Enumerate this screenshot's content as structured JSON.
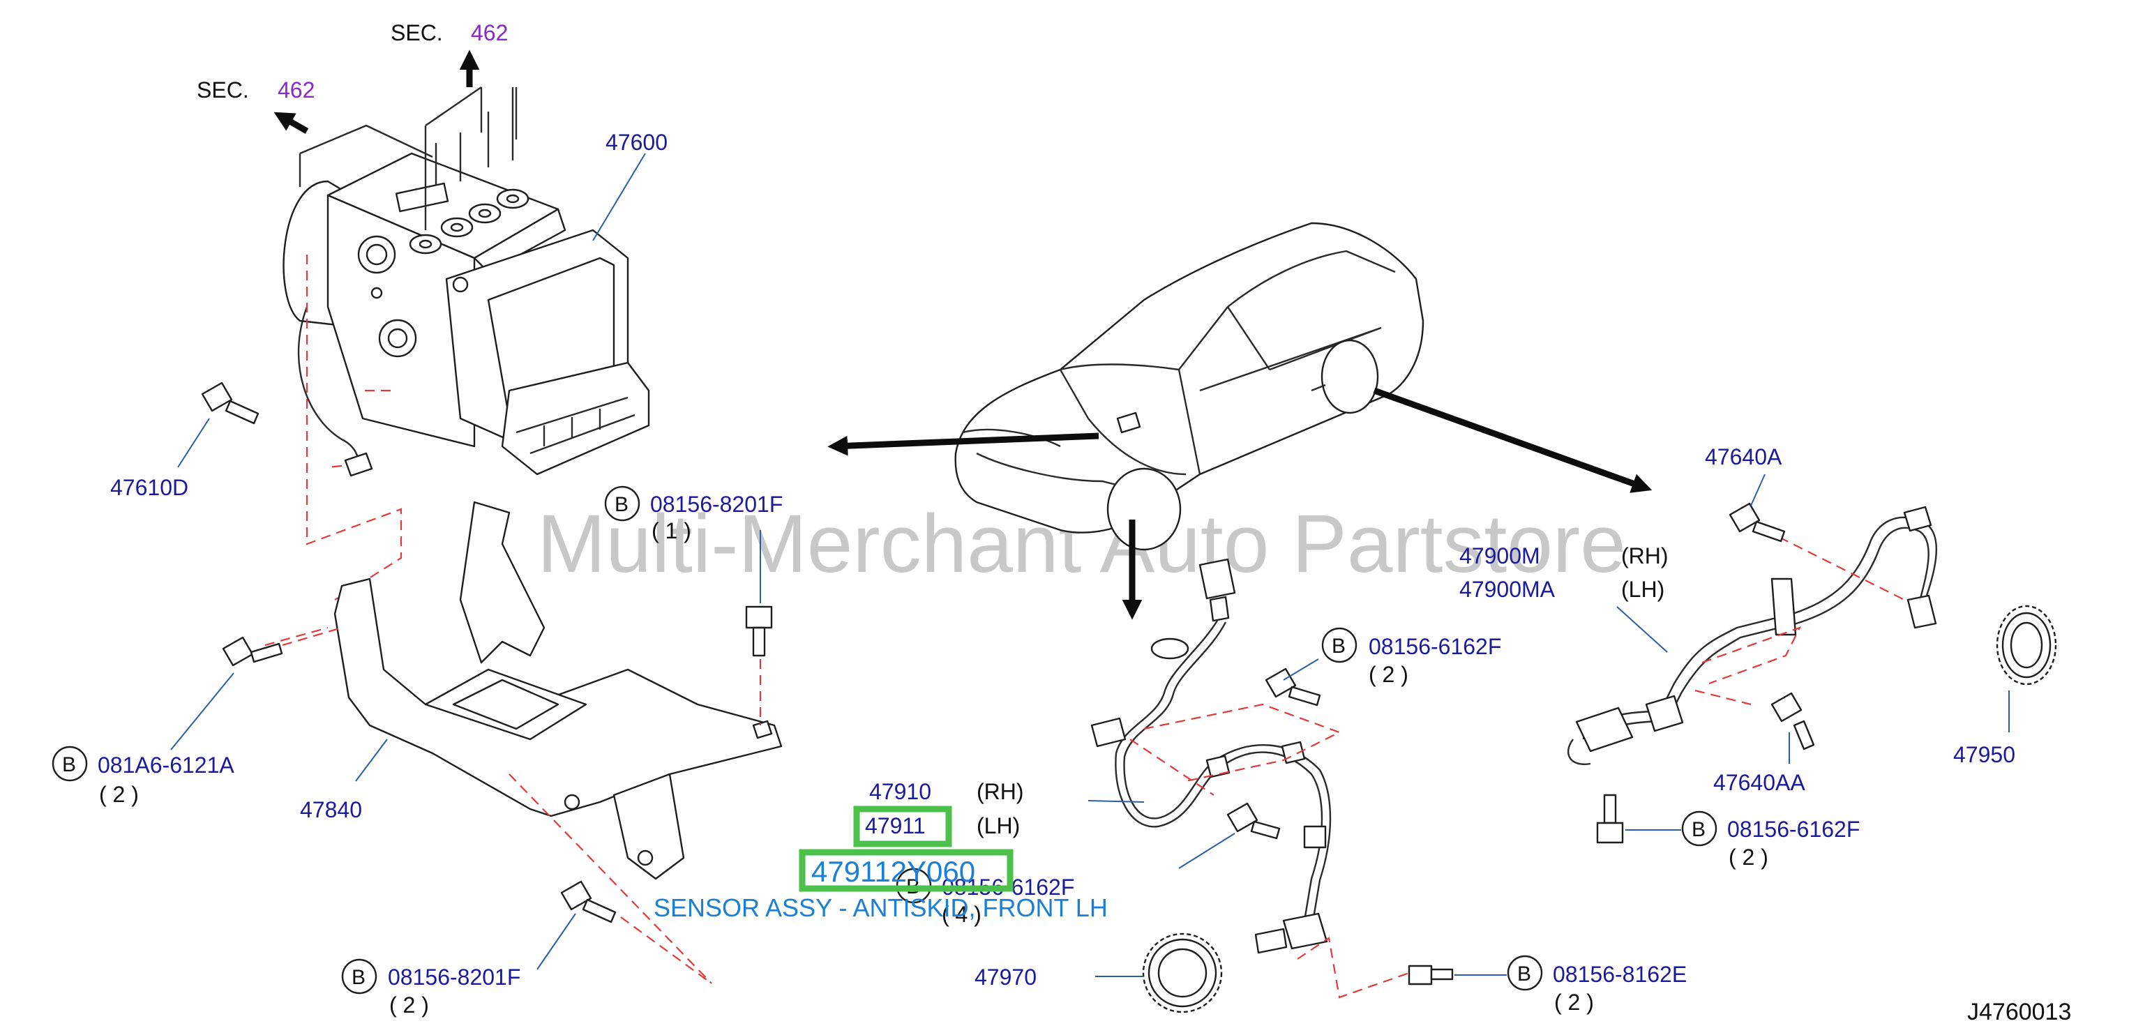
{
  "drawing_number": "J4760013",
  "watermark": "Multi-Merchant Auto Partstore",
  "sec_refs": [
    {
      "prefix": "SEC.",
      "number": "462"
    },
    {
      "prefix": "SEC.",
      "number": "462"
    }
  ],
  "callouts": {
    "p47600": "47600",
    "p47610D": "47610D",
    "p47840": "47840",
    "p081A6": "081A6-6121A",
    "p081A6_qty": "( 2 )",
    "p08156_8201F_top": "08156-8201F",
    "p08156_8201F_top_qty": "( 1 )",
    "p08156_8201F_bot": "08156-8201F",
    "p08156_8201F_bot_qty": "( 2 )",
    "p47910": "47910",
    "p47910_side": "(RH)",
    "p47911": "47911",
    "p47911_side": "(LH)",
    "p08156_6162F_mid": "08156-6162F",
    "p08156_6162F_mid_qty": "( 4 )",
    "p08156_6162F_top": "08156-6162F",
    "p08156_6162F_top_qty": "( 2 )",
    "p47970": "47970",
    "p08156_8162E": "08156-8162E",
    "p08156_8162E_qty": "( 2 )",
    "p47640A": "47640A",
    "p47900M": "47900M",
    "p47900M_side": "(RH)",
    "p47900MA": "47900MA",
    "p47900MA_side": "(LH)",
    "p47950": "47950",
    "p47640AA": "47640AA",
    "p08156_6162F_right": "08156-6162F",
    "p08156_6162F_right_qty": "( 2 )"
  },
  "bolt_tag": "B",
  "highlight": {
    "part_number": "479112Y060",
    "description": "SENSOR ASSY - ANTISKID, FRONT LH"
  },
  "colors": {
    "part_number_text": "#1a1aa0",
    "section_ref_text": "#8a28c8",
    "highlight_box": "#4bc04b",
    "highlight_text": "#1a7fd6",
    "assembly_dash": "#e23a3a"
  }
}
